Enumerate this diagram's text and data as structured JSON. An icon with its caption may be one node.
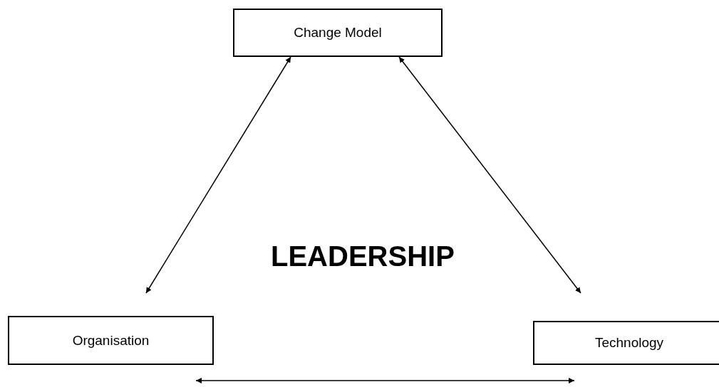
{
  "diagram": {
    "nodes": [
      {
        "text": [
          "Change Model"
        ]
      },
      {
        "text": [
          "Organisation"
        ]
      },
      {
        "text": [
          "Technology"
        ]
      }
    ],
    "edges": [
      {
        "from": 0,
        "to": 1,
        "arrow": "both"
      },
      {
        "from": 0,
        "to": 2,
        "arrow": "both"
      },
      {
        "from": 1,
        "to": 2,
        "arrow": "both"
      }
    ],
    "labels": [
      "LEADERSHIP"
    ]
  }
}
